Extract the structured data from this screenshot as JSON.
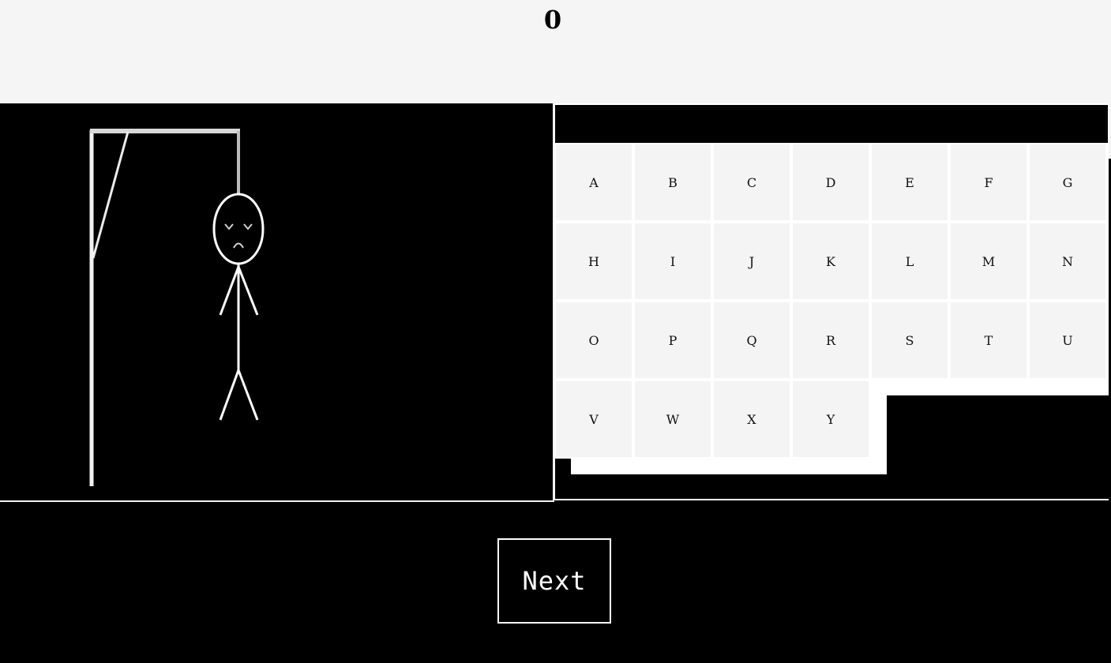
{
  "score": "0",
  "keyboard": {
    "letters": [
      "A",
      "B",
      "C",
      "D",
      "E",
      "F",
      "G",
      "H",
      "I",
      "J",
      "K",
      "L",
      "M",
      "N",
      "O",
      "P",
      "Q",
      "R",
      "S",
      "T",
      "U",
      "V",
      "W",
      "X",
      "Y"
    ]
  },
  "next_label": "Next",
  "colors": {
    "background": "#000000",
    "score_bar": "#f5f5f5",
    "key_face": "#f4f4f4",
    "line": "#ffffff"
  }
}
